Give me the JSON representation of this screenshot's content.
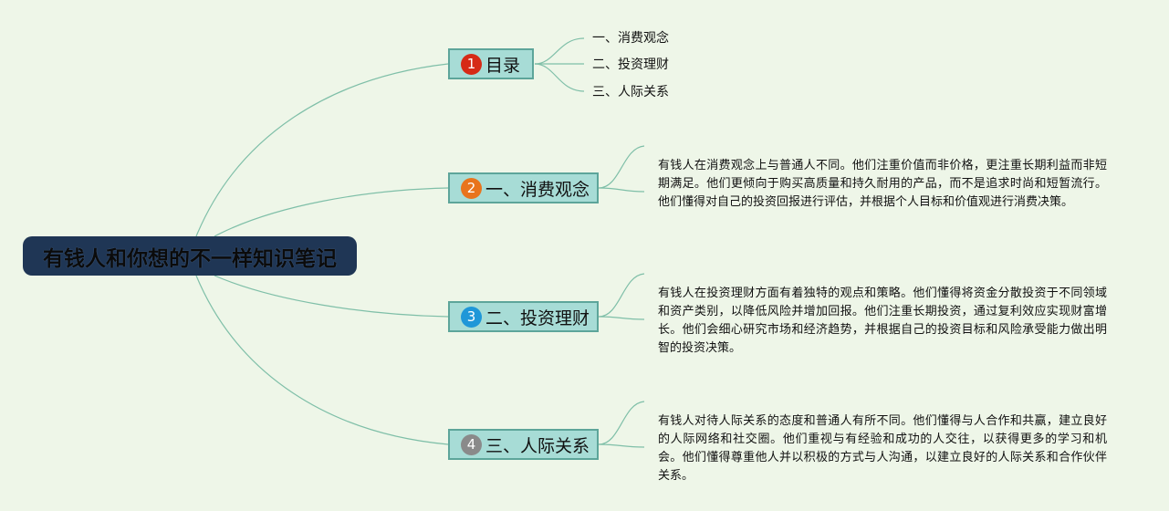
{
  "root": {
    "title": "有钱人和你想的不一样知识笔记"
  },
  "branches": [
    {
      "label": "目录",
      "badge": "1",
      "badge_color": "#d62a16"
    },
    {
      "label": "一、消费观念",
      "badge": "2",
      "badge_color": "#e8741d"
    },
    {
      "label": "二、投资理财",
      "badge": "3",
      "badge_color": "#1f97d8"
    },
    {
      "label": "三、人际关系",
      "badge": "4",
      "badge_color": "#8a8a8a"
    }
  ],
  "toc": [
    "一、消费观念",
    "二、投资理财",
    "三、人际关系"
  ],
  "notes": [
    "有钱人在消费观念上与普通人不同。他们注重价值而非价格，更注重长期利益而非短期满足。他们更倾向于购买高质量和持久耐用的产品，而不是追求时尚和短暂流行。他们懂得对自己的投资回报进行评估，并根据个人目标和价值观进行消费决策。",
    "有钱人在投资理财方面有着独特的观点和策略。他们懂得将资金分散投资于不同领域和资产类别，以降低风险并增加回报。他们注重长期投资，通过复利效应实现财富增长。他们会细心研究市场和经济趋势，并根据自己的投资目标和风险承受能力做出明智的投资决策。",
    "有钱人对待人际关系的态度和普通人有所不同。他们懂得与人合作和共赢，建立良好的人际网络和社交圈。他们重视与有经验和成功的人交往，以获得更多的学习和机会。他们懂得尊重他人并以积极的方式与人沟通，以建立良好的人际关系和合作伙伴关系。"
  ],
  "colors": {
    "line": "#7fbfa8",
    "branch_fill": "#a7dcd6",
    "root_fill": "#1f3655"
  }
}
